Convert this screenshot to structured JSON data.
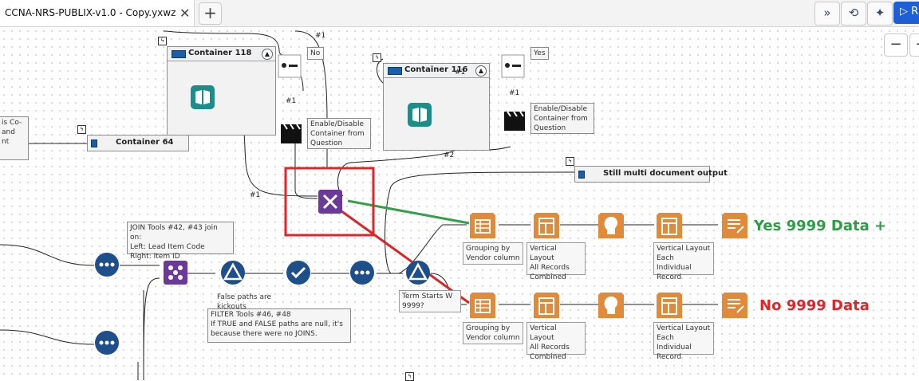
{
  "tabs": {
    "active_title": "CCNA-NRS-PUBLIX-v1.0 - Copy.yxwz",
    "close_glyph": "✕",
    "add_glyph": "+"
  },
  "toolbar": {
    "expand_glyph": "»",
    "history_glyph": "⟲",
    "magic_glyph": "✦",
    "run_glyph": "▷ R"
  },
  "zoom": {
    "out_glyph": "−",
    "in_glyph": "+"
  },
  "containers": {
    "c118": "Container 118",
    "c116": "Container 116",
    "c64": "Container 64",
    "still": "Still multi document output"
  },
  "comments": {
    "left_fragment": "is Co-\n and\nnt",
    "join_note": "JOIN Tools #42, #43 join on:\nLeft: Lead Item Code\nRight: Item ID",
    "false_paths": "False paths are\nkickouts",
    "filter_note": "FILTER Tools #46, #48\nIf TRUE and FALSE paths are null, it's\nbecause there were no JOINS.",
    "enable_disable_1": "Enable/Disable\nContainer from\nQuestion",
    "enable_disable_2": "Enable/Disable\nContainer from\nQuestion",
    "no_box": "No",
    "yes_box": "Yes",
    "term_starts": "Term Starts W\n9999?"
  },
  "tool_labels": {
    "group_top": "Grouping by\nVendor column",
    "vert_all_top": "Vertical Layout\nAll Records\nCombined",
    "vert_each_top": "Vertical Layout\nEach Individual\nRecord",
    "group_bot": "Grouping by\nVendor column",
    "vert_all_bot": "Vertical Layout\nAll Records\nCombined",
    "vert_each_bot": "Vertical Layout\nEach Individual\nRecord"
  },
  "annotations": {
    "yes_text": "Yes 9999 Data +",
    "no_text": "No 9999 Data",
    "yes_color": "#2e9e46",
    "no_color": "#e0262b"
  },
  "connection_labels": [
    "#1",
    "#1",
    "#1",
    "#1",
    "#2",
    "#1"
  ],
  "colors": {
    "highlight_box": "#e0262b",
    "green_line": "#33a04a",
    "red_line": "#d9262b",
    "tool_blue": "#1e4f8a",
    "tool_orange": "#e18b3a",
    "tool_purple": "#6b3a98",
    "container_blue": "#1b5ea8"
  }
}
